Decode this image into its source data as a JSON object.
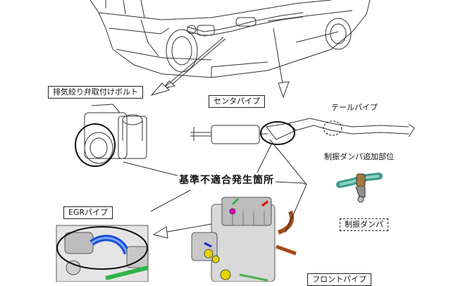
{
  "labels": {
    "exhaust_bolt": "排気絞り弁取付けボルト",
    "center_pipe": "センタパイプ",
    "tail_pipe": "テールパイプ",
    "damper_added": "制振ダンパ追加部位",
    "nonconformity": "基準不適合発生箇所",
    "egr_pipe": "EGRパイプ",
    "damper": "制振ダンパ",
    "front_pipe": "フロントパイプ"
  }
}
